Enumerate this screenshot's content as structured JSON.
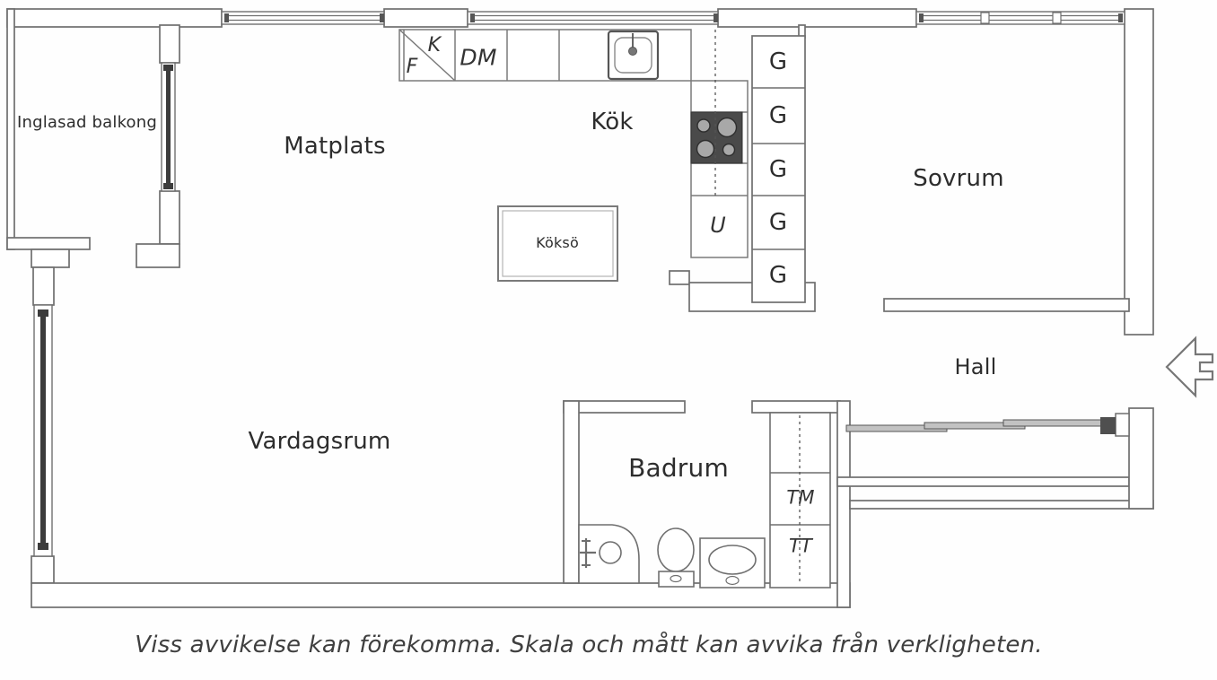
{
  "labels": {
    "balcony": "Inglasad balkong",
    "dining": "Matplats",
    "kitchen": "Kök",
    "island": "Köksö",
    "bedroom": "Sovrum",
    "hall": "Hall",
    "living": "Vardagsrum",
    "bathroom": "Badrum"
  },
  "units": {
    "fridge": "K",
    "freezer": "F",
    "dishwasher": "DM",
    "wardrobe": "G",
    "oven": "U",
    "washing_machine": "TM",
    "tumble_dryer": "TT"
  },
  "caption": "Viss avvikelse kan förekomma. Skala och mått kan avvika från verkligheten.",
  "colors": {
    "wall_line": "#6f6f6f",
    "counter_line": "#7a7a7a",
    "stove_fill": "#4a4a4a",
    "window_bar": "#3c3c3c",
    "label_text": "#2d2d2d",
    "caption_text": "#3f3f3f"
  }
}
